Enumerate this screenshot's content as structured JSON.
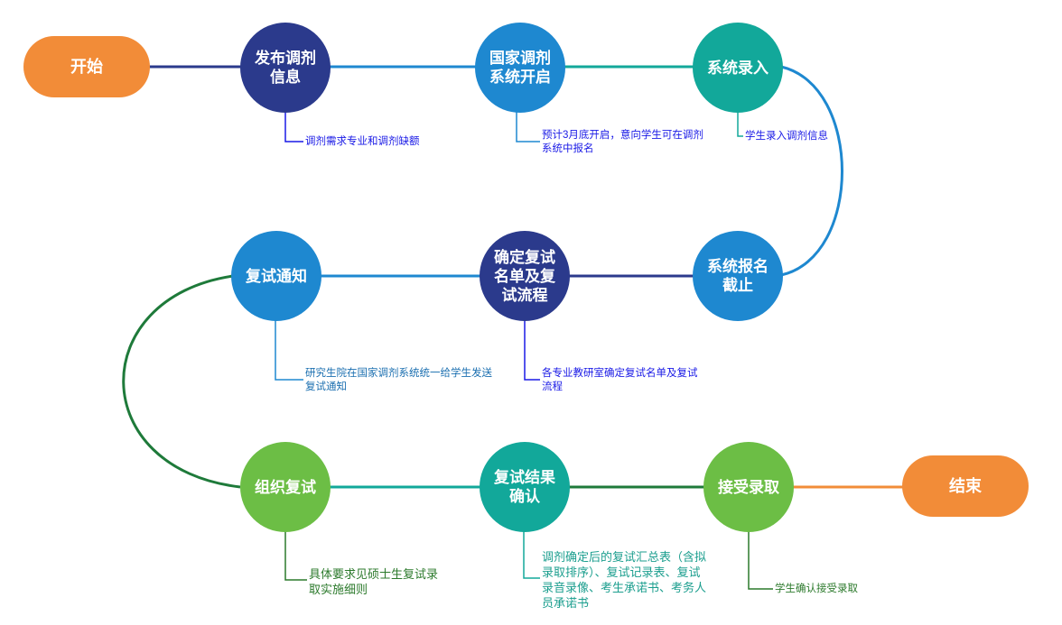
{
  "colors": {
    "orange": "#F28C38",
    "navy": "#2B3A8C",
    "blue": "#1E88D0",
    "teal": "#12A89A",
    "green": "#6CBE45",
    "dark_green": "#1E7A3A",
    "note_blue": "#1A1AE6",
    "note_teal": "#1B9E8E",
    "note_green": "#2C7A2C"
  },
  "nodes": {
    "start": "开始",
    "publish": "发布调剂\n信息",
    "open": "国家调剂\n系统开启",
    "enter": "系统录入",
    "deadline": "系统报名\n截止",
    "confirm_list": "确定复试\n名单及复\n试流程",
    "notice": "复试通知",
    "organize": "组织复试",
    "result": "复试结果\n确认",
    "accept": "接受录取",
    "end": "结束"
  },
  "notes": {
    "publish": "调剂需求专业和调剂缺额",
    "open": "预计3月底开启，意向学生可在调剂\n系统中报名",
    "enter": "学生录入调剂信息",
    "confirm_list": "各专业教研室确定复试名单及复试\n流程",
    "notice": "研究生院在国家调剂系统统一给学生发送\n复试通知",
    "organize": "具体要求见硕士生复试录\n取实施细则",
    "result": "调剂确定后的复试汇总表（含拟\n录取排序）、复试记录表、复试\n录音录像、考生承诺书、考务人\n员承诺书",
    "accept": "学生确认接受录取"
  }
}
